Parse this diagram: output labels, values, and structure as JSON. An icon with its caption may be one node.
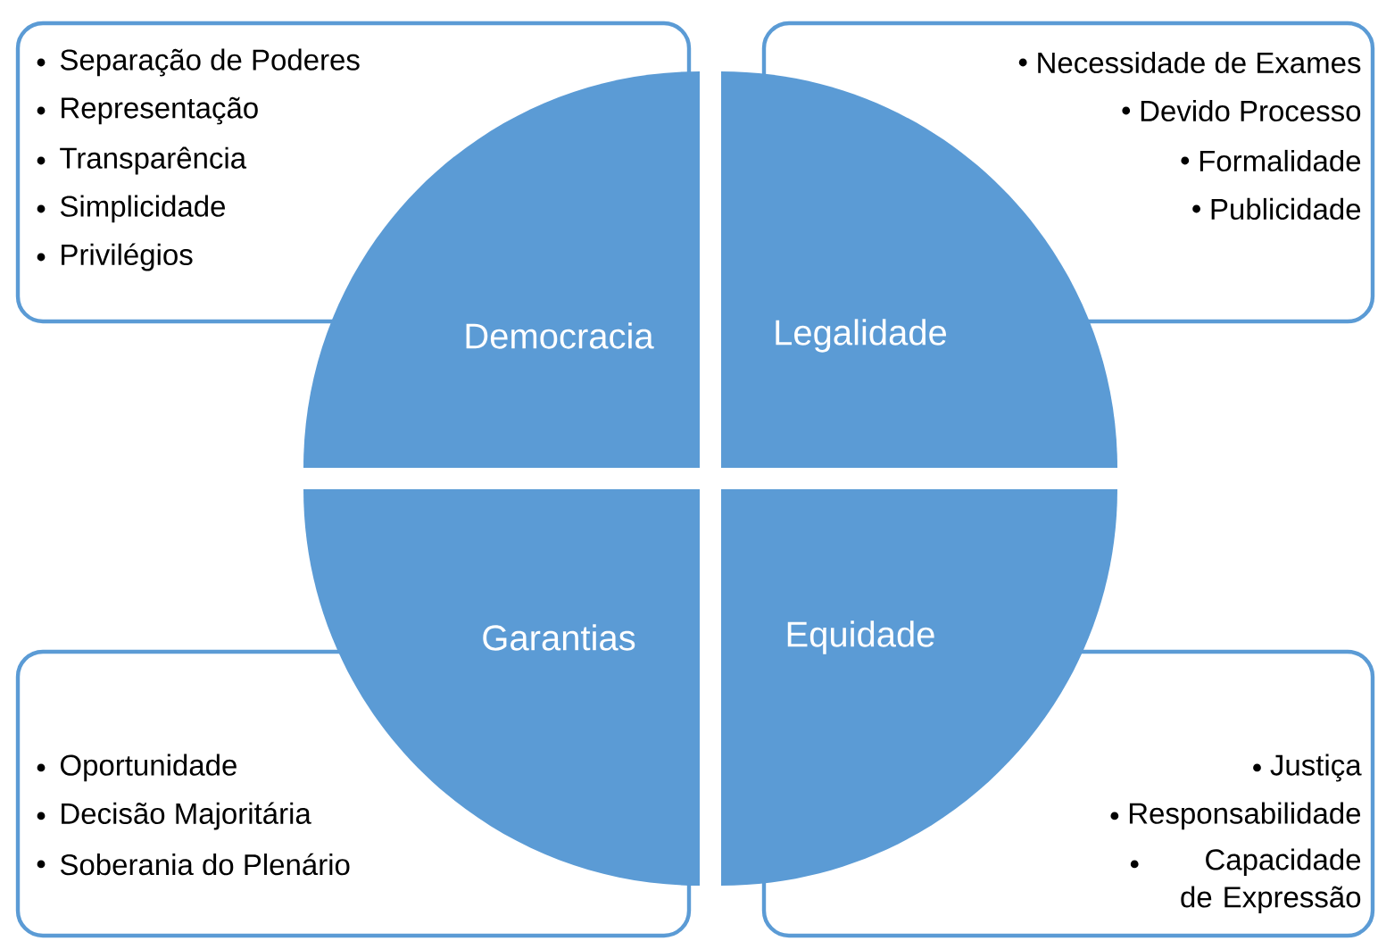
{
  "diagram": {
    "nodes": [
      {
        "text": [
          "Separação de Poderes",
          "Representação",
          "Transparência",
          "Simplicidade",
          "Privilégios"
        ]
      },
      {
        "text": [
          "Necessidade de Exames",
          "Devido Processo",
          "Formalidade",
          "Publicidade"
        ]
      },
      {
        "text": [
          "Democracia"
        ]
      },
      {
        "text": [
          "Legalidade"
        ]
      },
      {
        "text": [
          "Garantias"
        ]
      },
      {
        "text": [
          "Equidade"
        ]
      },
      {
        "text": [
          "Oportunidade",
          "Decisão Majoritária",
          "Soberania do Plenário"
        ]
      },
      {
        "text": [
          "Justiça",
          "Responsabilidade",
          "Capacidade de Expressão"
        ]
      }
    ],
    "edges": []
  }
}
